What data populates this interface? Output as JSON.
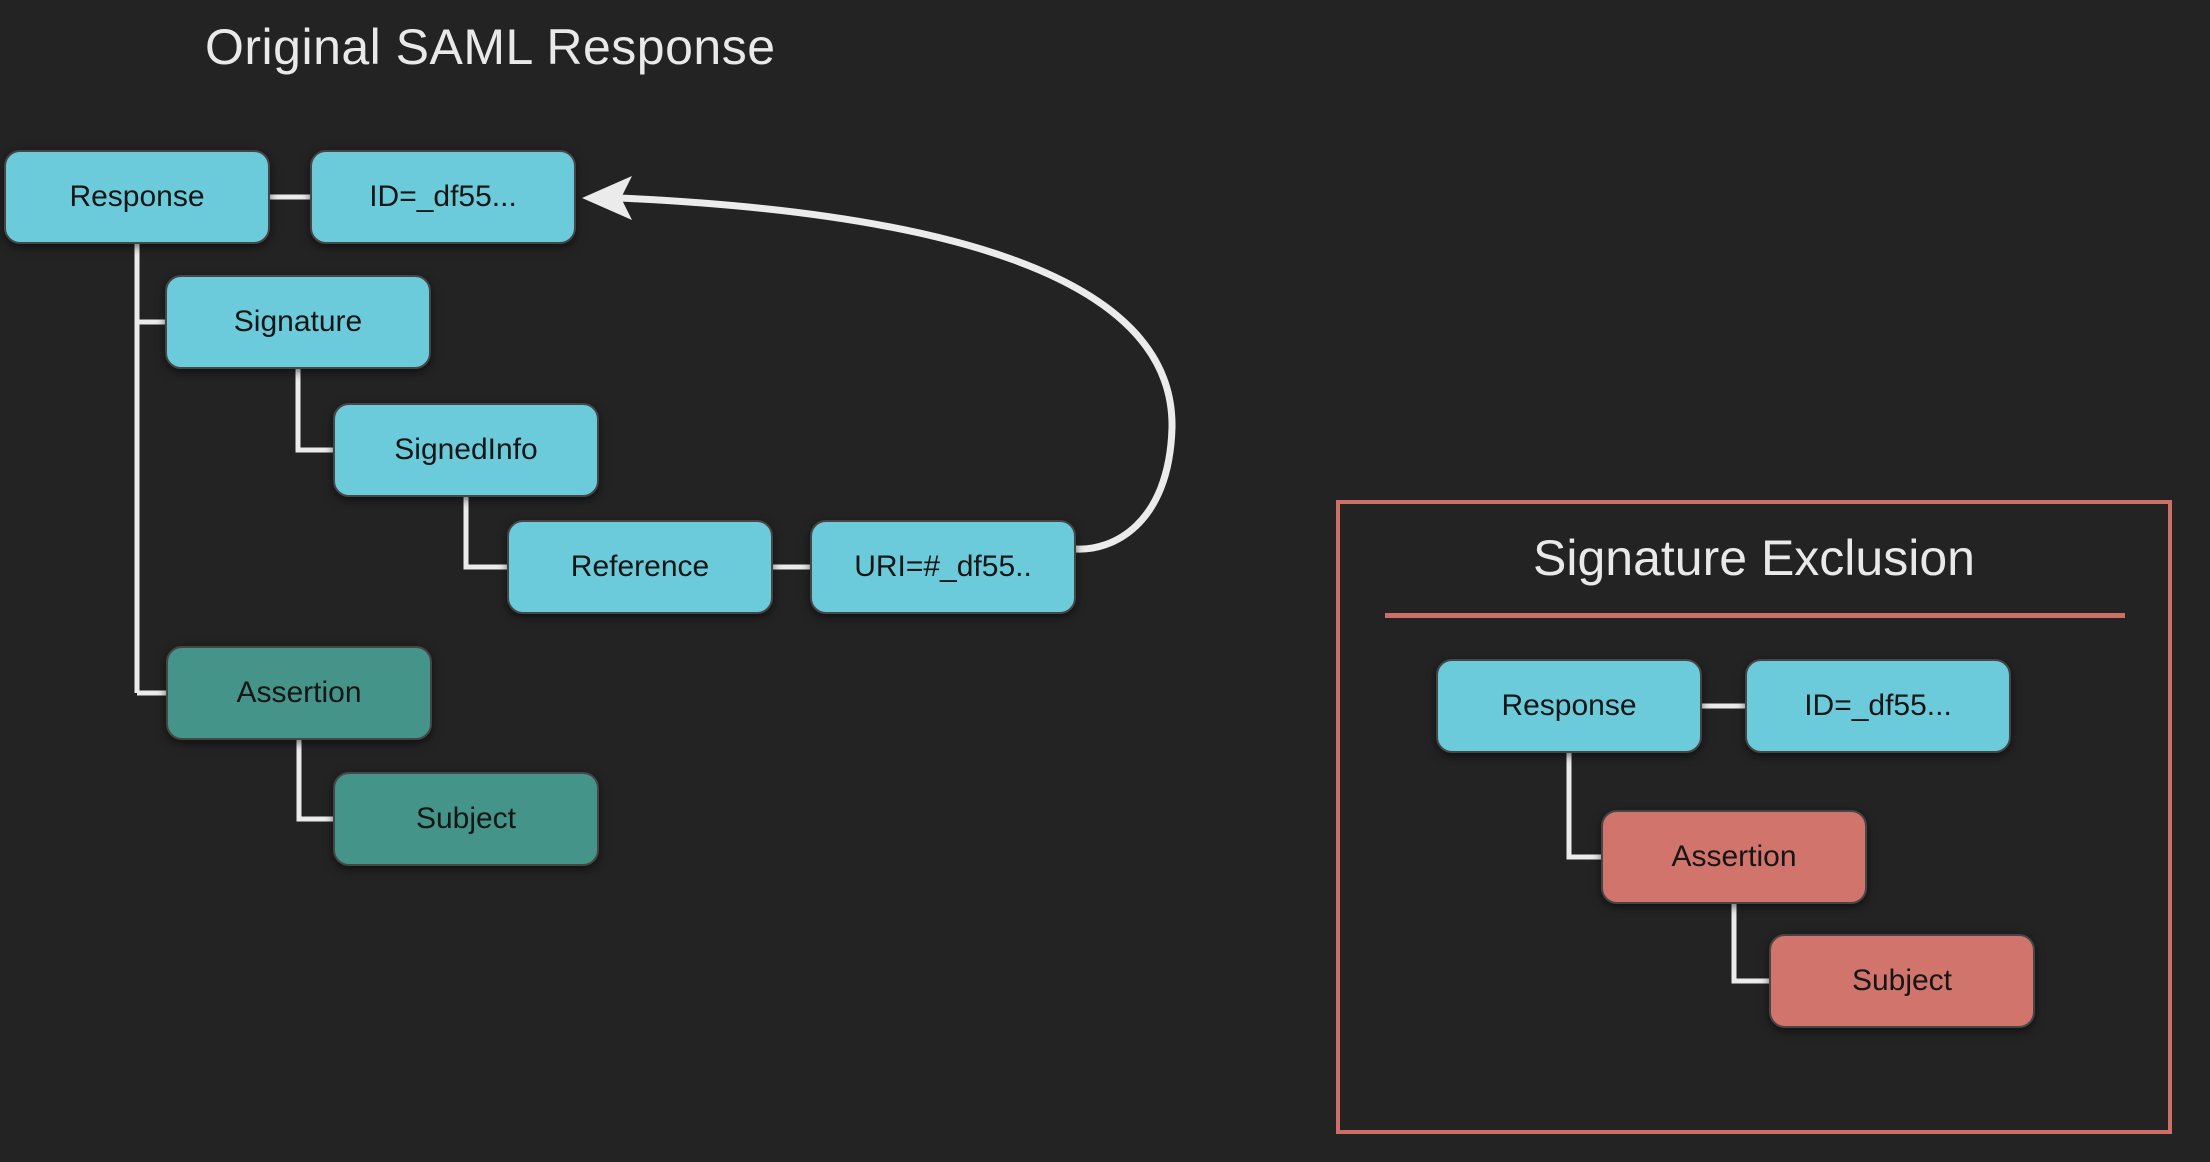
{
  "left": {
    "title": "Original SAML Response",
    "nodes": [
      {
        "id": "response",
        "label": "Response",
        "color": "cyan"
      },
      {
        "id": "id-attr",
        "label": "ID=_df55...",
        "color": "cyan"
      },
      {
        "id": "signature",
        "label": "Signature",
        "color": "cyan"
      },
      {
        "id": "signedinfo",
        "label": "SignedInfo",
        "color": "cyan"
      },
      {
        "id": "reference",
        "label": "Reference",
        "color": "cyan"
      },
      {
        "id": "uri-attr",
        "label": "URI=#_df55..",
        "color": "cyan"
      },
      {
        "id": "assertion",
        "label": "Assertion",
        "color": "teal"
      },
      {
        "id": "subject",
        "label": "Subject",
        "color": "teal"
      }
    ]
  },
  "right": {
    "title": "Signature Exclusion",
    "nodes": [
      {
        "id": "response",
        "label": "Response",
        "color": "cyan"
      },
      {
        "id": "id-attr",
        "label": "ID=_df55...",
        "color": "cyan"
      },
      {
        "id": "assertion",
        "label": "Assertion",
        "color": "salmon"
      },
      {
        "id": "subject",
        "label": "Subject",
        "color": "salmon"
      }
    ]
  },
  "colors": {
    "background": "#232323",
    "cyan": "#6bcbda",
    "teal": "#44948a",
    "salmon": "#d0746c",
    "panel_border": "#cc6f67",
    "connector": "#ebebeb",
    "node_text": "#161616",
    "title_text": "#e9e9e9"
  }
}
